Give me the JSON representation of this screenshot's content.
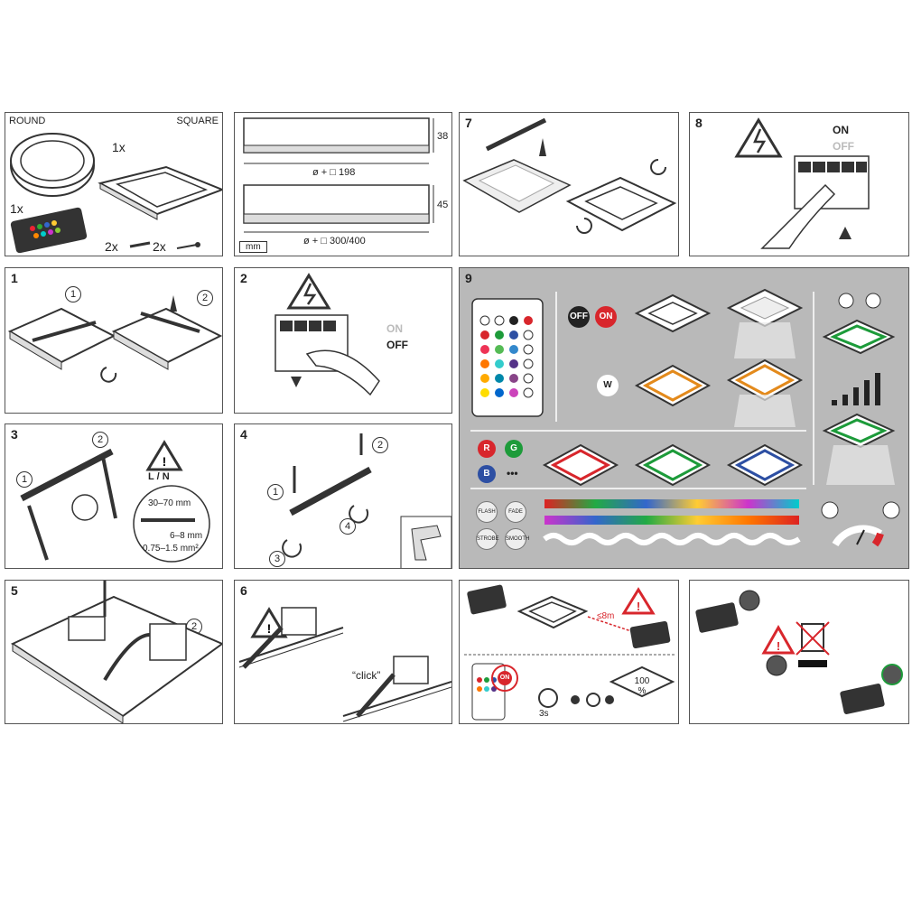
{
  "contents": {
    "round": "ROUND",
    "square": "SQUARE",
    "lamp_qty": "1x",
    "remote_qty": "1x",
    "dowel_qty": "2x",
    "screw_qty": "2x"
  },
  "dimensions": {
    "h_small": "38",
    "d_small": "ø + □ 198",
    "h_large": "45",
    "d_large": "ø + □ 300/400",
    "unit": "mm"
  },
  "steps": {
    "s1": "1",
    "s2": "2",
    "s3": "3",
    "s4": "4",
    "s5": "5",
    "s6": "6",
    "s7": "7",
    "s8": "8",
    "s9": "9"
  },
  "circled": {
    "c1": "1",
    "c2": "2",
    "c3": "3",
    "c4": "4"
  },
  "switch": {
    "on": "ON",
    "off": "OFF"
  },
  "wiring": {
    "ln": "L / N",
    "strip_outer": "30–70 mm",
    "strip_inner": "6–8 mm",
    "cross_section": "0.75–1.5 mm²"
  },
  "click": "“click”",
  "remote_panel": {
    "off": "OFF",
    "on": "ON",
    "w": "W",
    "r": "R",
    "g": "G",
    "b": "B",
    "more": "•••",
    "flash": "FLASH",
    "fade": "FADE",
    "strobe": "STROBE",
    "smooth": "SMOOTH"
  },
  "pairing": {
    "range": "≤8m",
    "time": "3s",
    "level": "100 %"
  },
  "colors": {
    "on_red": "#d8262c",
    "off_black": "#222222",
    "green": "#1d9b3a",
    "blue": "#2d4fa3",
    "orange": "#e38a1c",
    "warning": "#d8262c"
  }
}
